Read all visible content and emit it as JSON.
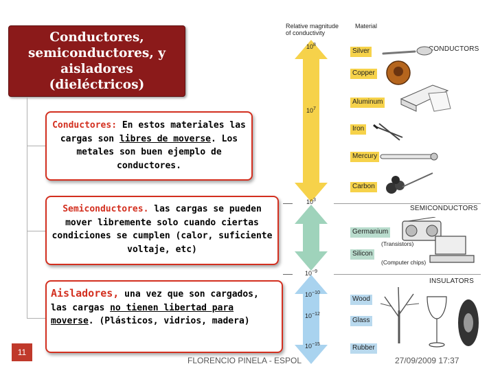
{
  "title": {
    "line1": "Conductores,",
    "line2": "semiconductores, y",
    "line3": "aisladores (dieléctricos)"
  },
  "cards": {
    "conductors": {
      "lead": "Conductores:",
      "t1": " En estos materiales las cargas son ",
      "u1": "libres de moverse",
      "t2": ".  Los metales son buen ejemplo de conductores."
    },
    "semiconductors": {
      "lead": "Semiconductores.",
      "t1": " las cargas se pueden mover libremente solo cuando ciertas condiciones se cumplen (calor, suficiente voltaje, etc)"
    },
    "insulators": {
      "lead": "Aisladores,",
      "t1": " una vez que son cargados, las cargas ",
      "u1": "no tienen libertad para moverse",
      "t2": ". (Plásticos, vidrios, madera)"
    }
  },
  "figure": {
    "header_left_1": "Relative magnitude",
    "header_left_2": "of conductivity",
    "header_right": "Material",
    "categories": {
      "conductors": "CONDUCTORS",
      "semiconductors": "SEMICONDUCTORS",
      "insulators": "INSULATORS"
    },
    "scale": {
      "s1_base": "10",
      "s1_exp": "8",
      "s2_base": "10",
      "s2_exp": "7",
      "s3_base": "10",
      "s3_exp": "3",
      "s4_base": "10",
      "s4_exp": "−9",
      "s5_base": "10",
      "s5_exp": "−10",
      "s6_base": "10",
      "s6_exp": "−12",
      "s7_base": "10",
      "s7_exp": "−15"
    },
    "materials": {
      "silver": "Silver",
      "copper": "Copper",
      "aluminum": "Aluminum",
      "iron": "Iron",
      "mercury": "Mercury",
      "carbon": "Carbon",
      "germanium": "Germanium",
      "silicon": "Silicon",
      "wood": "Wood",
      "glass": "Glass",
      "rubber": "Rubber"
    },
    "notes": {
      "transistors": "(Transistors)",
      "chips": "(Computer chips)"
    },
    "colors": {
      "conductors": "#f6d24a",
      "semiconductors": "#9fd3bb",
      "insulators": "#a9d3ef"
    }
  },
  "footer": {
    "slide_number": "11",
    "author": "FLORENCIO PINELA - ESPOL",
    "date": "27/09/2009 17:37"
  }
}
